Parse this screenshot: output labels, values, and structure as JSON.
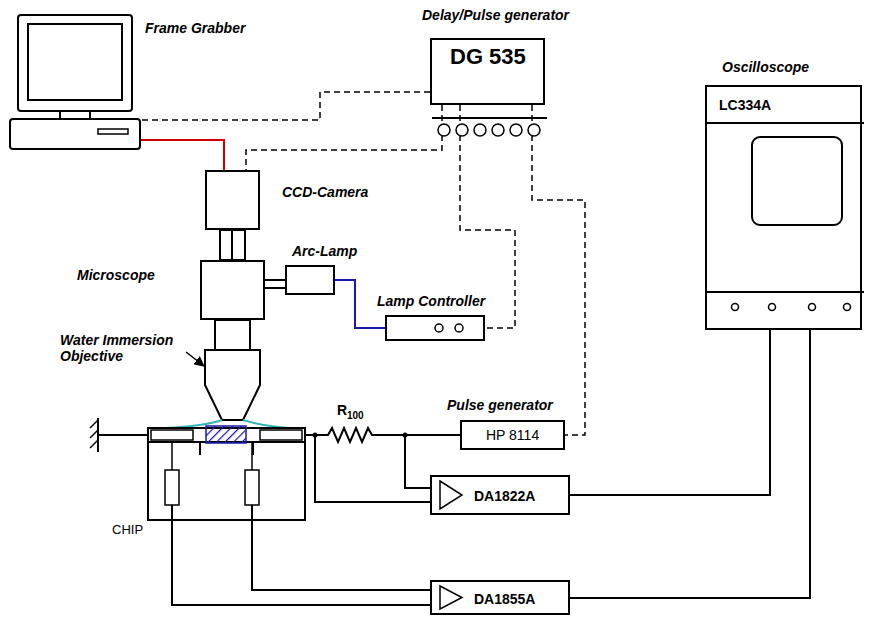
{
  "diagram": {
    "nodes": [
      {
        "text": [
          "Frame Grabber"
        ]
      },
      {
        "text": [
          "Delay/Pulse generator",
          "DG 535"
        ]
      },
      {
        "text": [
          "Oscilloscope",
          "LC334A"
        ]
      },
      {
        "text": [
          "CCD-Camera"
        ]
      },
      {
        "text": [
          "Microscope"
        ]
      },
      {
        "text": [
          "Arc-Lamp"
        ]
      },
      {
        "text": [
          "Lamp Controller"
        ]
      },
      {
        "text": [
          "Pulse generator",
          "HP 8114"
        ]
      },
      {
        "text": [
          "CHIP"
        ]
      },
      {
        "text": [
          "DA1822A"
        ]
      },
      {
        "text": [
          "DA1855A"
        ]
      }
    ],
    "edges": [
      {
        "from": 1,
        "to": 0,
        "arrow": "none"
      },
      {
        "from": 1,
        "to": 3,
        "arrow": "none"
      },
      {
        "from": 1,
        "to": 6,
        "arrow": "none"
      },
      {
        "from": 1,
        "to": 7,
        "arrow": "none"
      },
      {
        "from": 0,
        "to": 3,
        "arrow": "none"
      },
      {
        "from": 5,
        "to": 6,
        "arrow": "none"
      },
      {
        "from": 7,
        "to": 8,
        "arrow": "none"
      },
      {
        "from": 8,
        "to": 9,
        "arrow": "none"
      },
      {
        "from": 7,
        "to": 9,
        "arrow": "none"
      },
      {
        "from": 8,
        "to": 10,
        "arrow": "none"
      },
      {
        "from": 8,
        "to": 10,
        "arrow": "none"
      },
      {
        "from": 9,
        "to": 2,
        "arrow": "none"
      },
      {
        "from": 10,
        "to": 2,
        "arrow": "none"
      },
      {
        "from": 4,
        "to": 5,
        "arrow": "none"
      },
      {
        "from": 3,
        "to": 4,
        "arrow": "none"
      }
    ],
    "labels": [
      "Water Immersion Objective",
      "R",
      "100"
    ]
  }
}
